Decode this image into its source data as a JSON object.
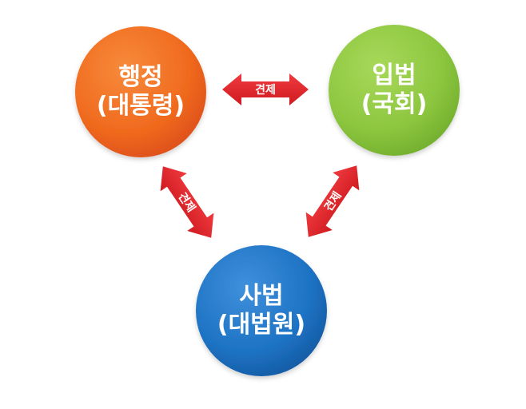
{
  "nodes": {
    "executive": {
      "line1": "행정",
      "line2": "(대통령)",
      "color": "#f26522"
    },
    "legislative": {
      "line1": "입법",
      "line2": "(국회)",
      "color": "#8dc63f"
    },
    "judicial": {
      "line1": "사법",
      "line2": "(대법원)",
      "color": "#1a6fc0"
    }
  },
  "arrows": {
    "executive_legislative": {
      "label": "견제"
    },
    "executive_judicial": {
      "label": "견제"
    },
    "legislative_judicial": {
      "label": "견제"
    }
  },
  "arrow_color": "#e31e24"
}
